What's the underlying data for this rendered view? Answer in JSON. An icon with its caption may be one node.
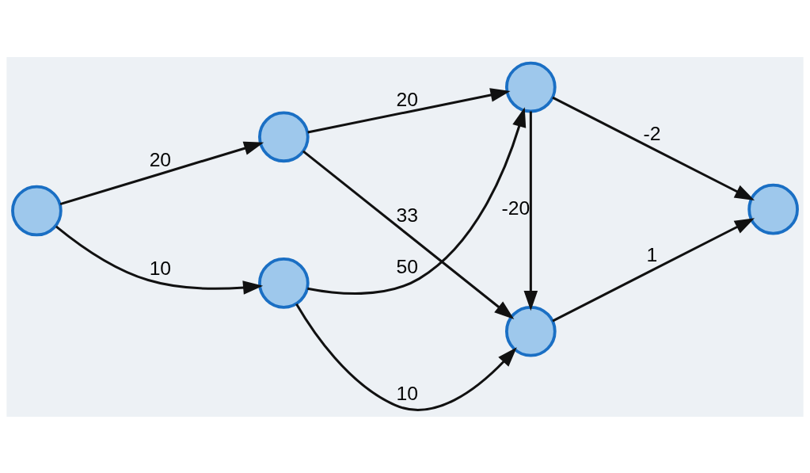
{
  "diagram": {
    "nodes": [
      {
        "text": [],
        "shape": "circle"
      },
      {
        "text": [],
        "shape": "circle"
      },
      {
        "text": [],
        "shape": "circle"
      },
      {
        "text": [],
        "shape": "circle"
      },
      {
        "text": [],
        "shape": "circle"
      },
      {
        "text": [],
        "shape": "circle"
      }
    ],
    "edges": [
      {
        "from": 0,
        "to": 1,
        "arrow": "to",
        "label": "20"
      },
      {
        "from": 0,
        "to": 2,
        "arrow": "to",
        "label": "10"
      },
      {
        "from": 1,
        "to": 3,
        "arrow": "to",
        "label": "33"
      },
      {
        "from": 1,
        "to": 4,
        "arrow": "to",
        "label": "20"
      },
      {
        "from": 2,
        "to": 3,
        "arrow": "to",
        "label": "10"
      },
      {
        "from": 2,
        "to": 4,
        "arrow": "to",
        "label": "50"
      },
      {
        "from": 4,
        "to": 3,
        "arrow": "to",
        "label": "-20"
      },
      {
        "from": 3,
        "to": 5,
        "arrow": "to",
        "label": "1"
      },
      {
        "from": 4,
        "to": 5,
        "arrow": "to",
        "label": "-2"
      }
    ]
  }
}
